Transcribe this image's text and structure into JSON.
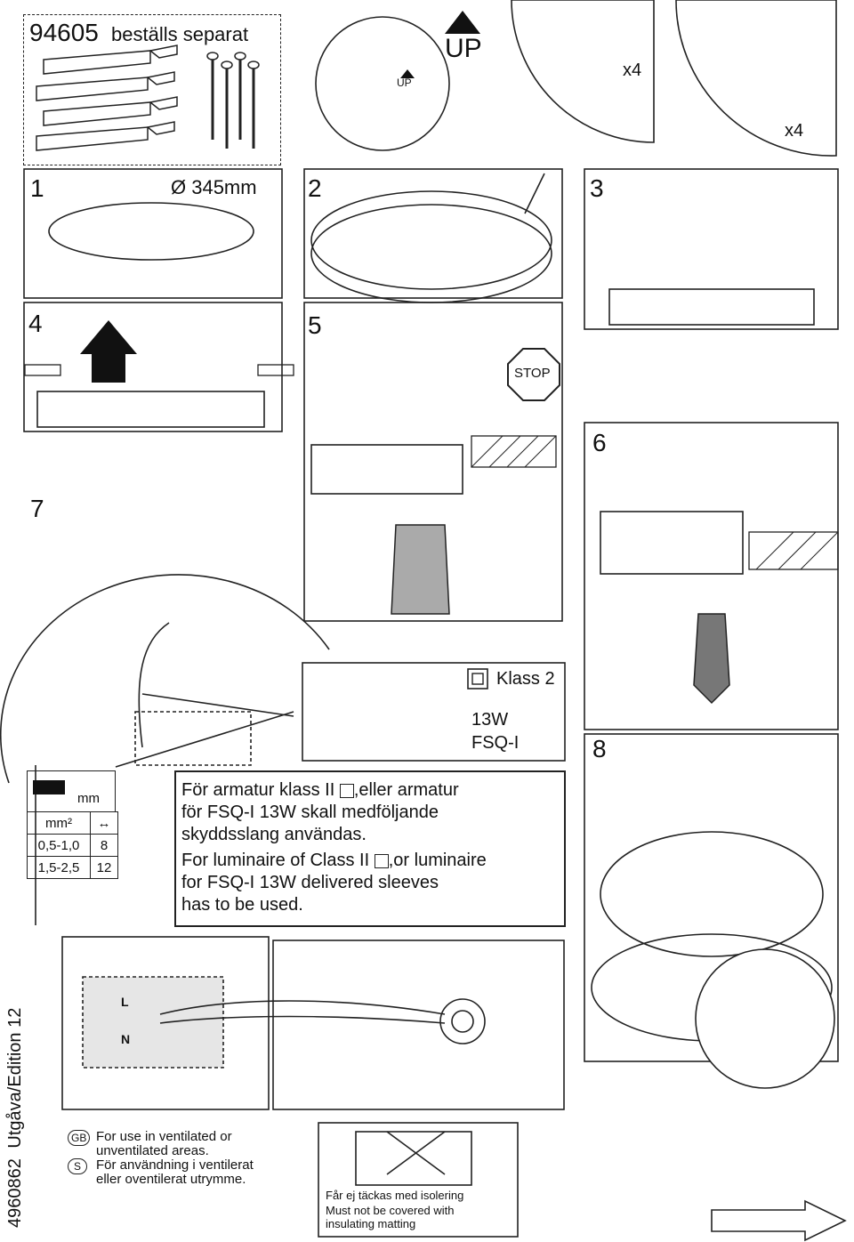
{
  "header": {
    "part_number": "94605",
    "order_note": "beställs separat",
    "up_label_big": "UP",
    "up_label_small": "UP",
    "quantity_clips": "x4",
    "quantity_screws": "x4"
  },
  "steps": {
    "s1": "1",
    "s2": "2",
    "s3": "3",
    "s4": "4",
    "s5": "5",
    "s6": "6",
    "s7": "7",
    "s8": "8"
  },
  "step1": {
    "diameter": "Ø 345mm"
  },
  "step5": {
    "stop_sign": "STOP"
  },
  "lamp_info": {
    "class_label": "Klass 2",
    "wattage": "13W",
    "lamp_type": "FSQ-I"
  },
  "wire_table": {
    "header_mm": "mm",
    "header_mm2": "mm²",
    "rows": [
      {
        "area": "0,5-1,0",
        "strip": "8"
      },
      {
        "area": "1,5-2,5",
        "strip": "12"
      }
    ]
  },
  "notice": {
    "sv_line1_a": "För armatur klass II",
    "sv_line1_b": ",eller armatur",
    "sv_line2": "för FSQ-I 13W skall medföljande",
    "sv_line3": "skyddsslang användas.",
    "en_line1_a": "For luminaire of Class II",
    "en_line1_b": ",or luminaire",
    "en_line2": "for FSQ-I 13W delivered sleeves",
    "en_line3": "has to be used."
  },
  "terminal": {
    "L": "L",
    "N": "N"
  },
  "edition": {
    "doc_number": "4960862",
    "edition_text": "Utgåva/Edition 12"
  },
  "ventilation": {
    "gb_code": "GB",
    "gb_text_1": "For use in ventilated or",
    "gb_text_2": "unventilated areas.",
    "s_code": "S",
    "s_text_1": "För användning i ventilerat",
    "s_text_2": "eller oventilerat utrymme."
  },
  "insulation": {
    "sv_text": "Får ej täckas med isolering",
    "en_text_1": "Must not be covered with",
    "en_text_2": "insulating matting"
  }
}
